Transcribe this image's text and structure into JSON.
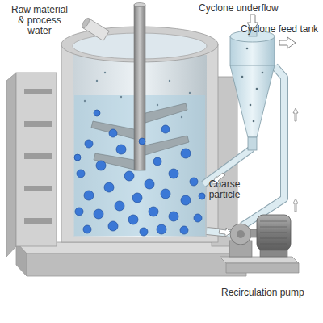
{
  "diagram": {
    "labels": [
      "Raw material & process water",
      "Cyclone underflow",
      "Cyclone feed tank",
      "Coarse particle",
      "Recirculation pump"
    ]
  }
}
